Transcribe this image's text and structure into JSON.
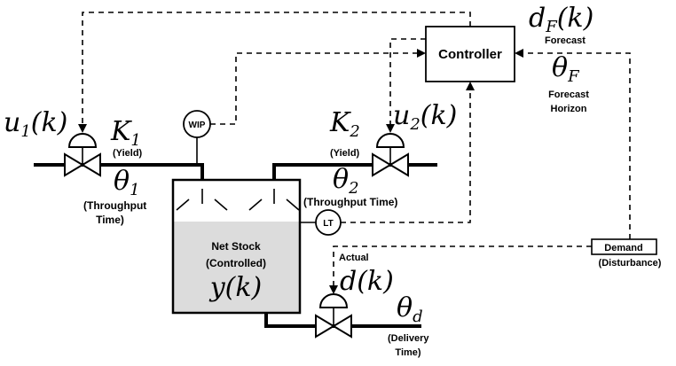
{
  "controller": {
    "label": "Controller"
  },
  "forecast": {
    "symbol_main": "d",
    "symbol_sub": "F",
    "symbol_arg": "(k)",
    "label": "Forecast"
  },
  "horizon": {
    "symbol_main": "θ",
    "symbol_sub": "F",
    "label_line1": "Forecast",
    "label_line2": "Horizon"
  },
  "input1": {
    "symbol_main": "u",
    "symbol_sub": "1",
    "symbol_arg": "(k)"
  },
  "input2": {
    "symbol_main": "u",
    "symbol_sub": "2",
    "symbol_arg": "(k)"
  },
  "yield1": {
    "symbol_main": "K",
    "symbol_sub": "1",
    "label": "(Yield)"
  },
  "yield2": {
    "symbol_main": "K",
    "symbol_sub": "2",
    "label": "(Yield)"
  },
  "throughput1": {
    "symbol_main": "θ",
    "symbol_sub": "1",
    "label_line1": "(Throughput",
    "label_line2": "Time)"
  },
  "throughput2": {
    "symbol_main": "θ",
    "symbol_sub": "2",
    "label": "(Throughput Time)"
  },
  "wip": {
    "label": "WIP"
  },
  "lt": {
    "label": "LT"
  },
  "tank": {
    "label_line1": "Net Stock",
    "label_line2": "(Controlled)",
    "symbol_main": "y",
    "symbol_arg": "(k)"
  },
  "demand": {
    "label": "Demand",
    "sublabel": "(Disturbance)"
  },
  "actual": {
    "label": "Actual",
    "symbol_main": "d",
    "symbol_arg": "(k)"
  },
  "delivery": {
    "symbol_main": "θ",
    "symbol_sub": "d",
    "label_line1": "(Delivery",
    "label_line2": "Time)"
  }
}
